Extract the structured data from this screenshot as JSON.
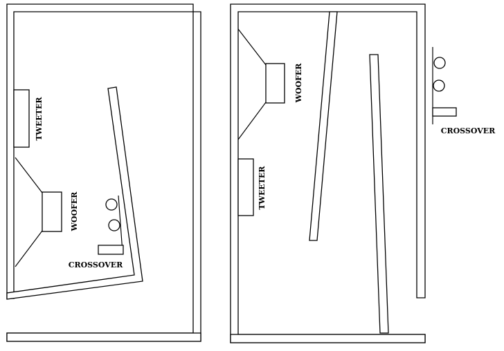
{
  "diagrams": [
    {
      "labels": {
        "tweeter": "TWEETER",
        "woofer": "WOOFER",
        "crossover": "CROSSOVER"
      }
    },
    {
      "labels": {
        "tweeter": "TWEETER",
        "woofer": "WOOFER",
        "crossover": "CROSSOVER"
      }
    }
  ],
  "colors": {
    "stroke": "#000000",
    "background": "#ffffff"
  }
}
